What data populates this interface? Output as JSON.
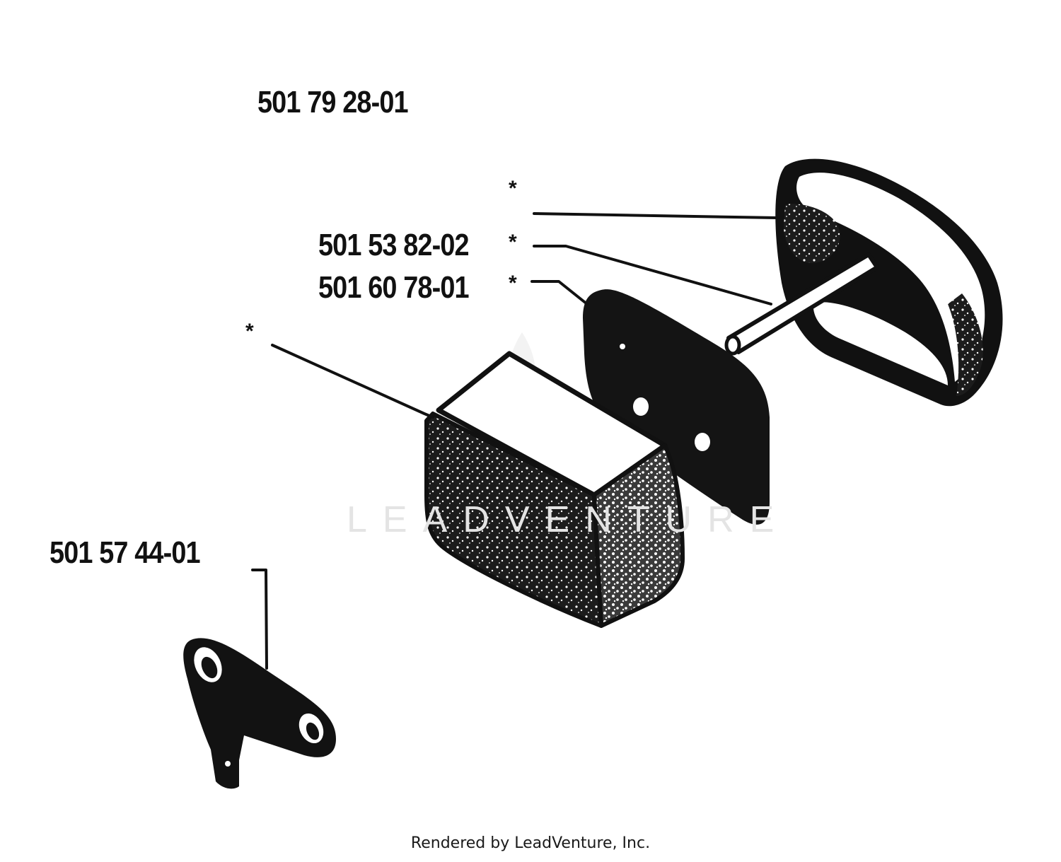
{
  "parts": {
    "assembly": "501 79 28-01",
    "grille": "501 53 82-02",
    "gasket": "501 60 78-01",
    "bracket": "501 57 44-01"
  },
  "markers": {
    "star": "*"
  },
  "watermark": {
    "text": "LEADVENTURE"
  },
  "footer": {
    "credit": "Rendered by LeadVenture, Inc."
  }
}
